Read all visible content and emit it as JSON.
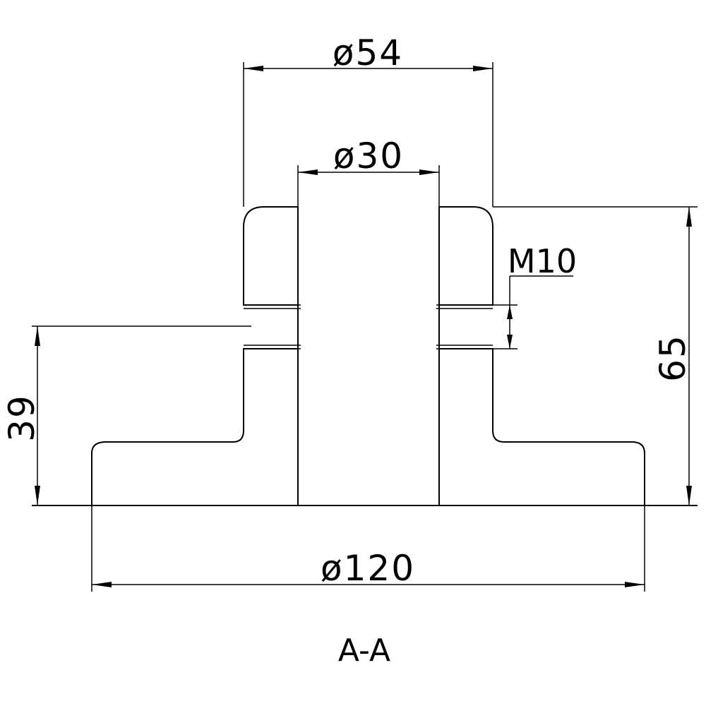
{
  "dimensions": {
    "outer_diameter": "ø54",
    "bore_diameter": "ø30",
    "base_diameter": "ø120",
    "total_height": "65",
    "hole_height": "39",
    "thread": "M10"
  },
  "section_label": "A-A",
  "colors": {
    "line": "#000000",
    "background": "#ffffff"
  }
}
